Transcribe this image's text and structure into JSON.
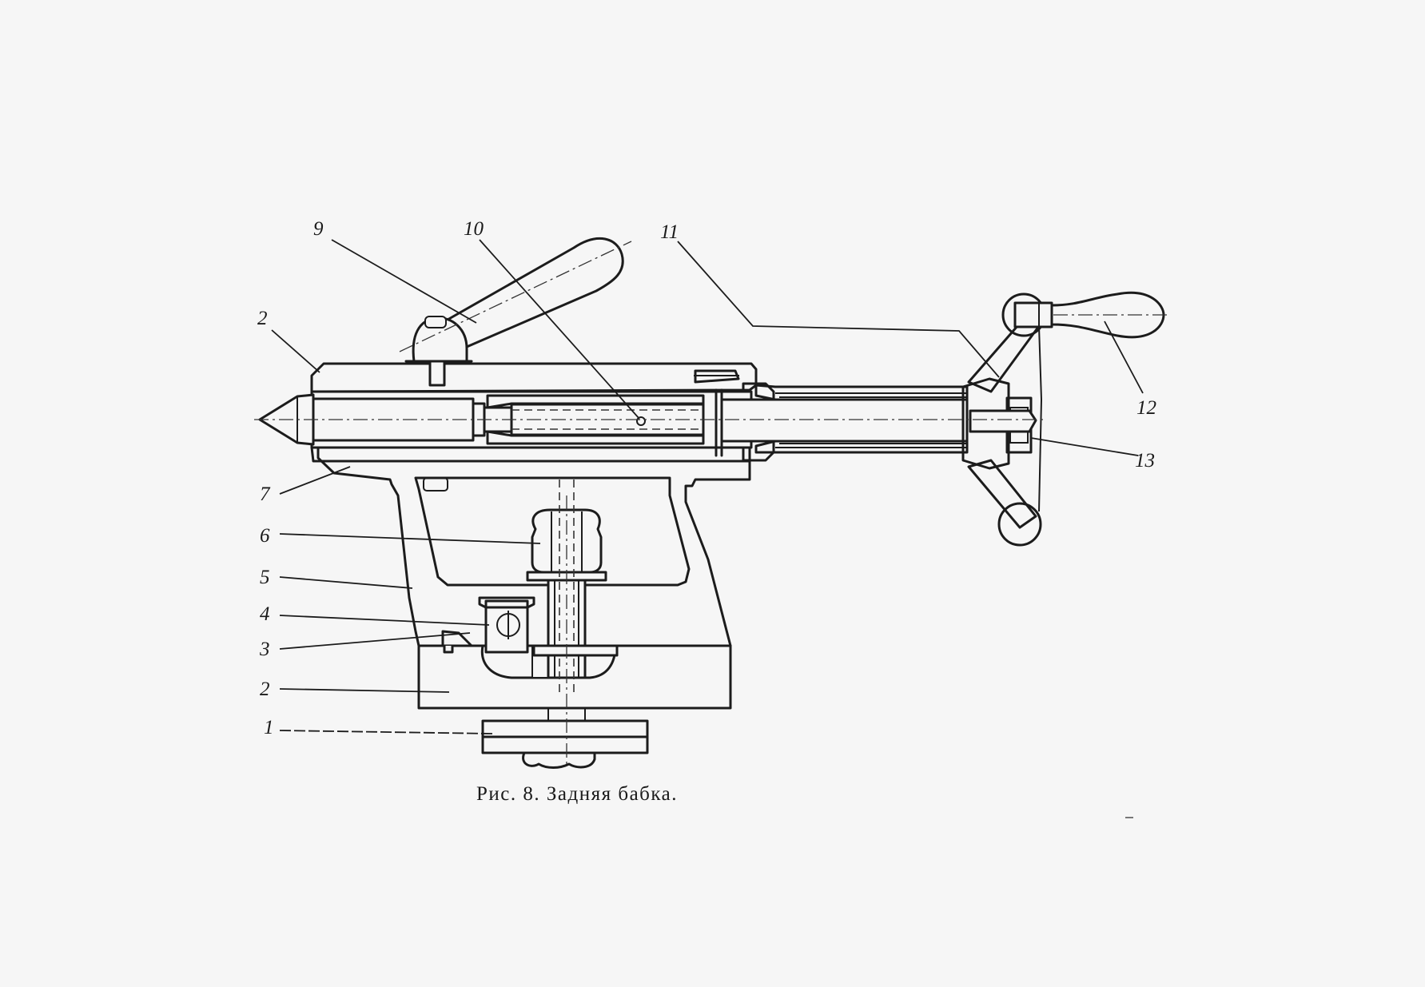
{
  "caption": "Рис. 8. Задняя бабка.",
  "callouts": {
    "c1": "1",
    "c2_top": "2",
    "c2_bottom": "2",
    "c3": "3",
    "c4": "4",
    "c5": "5",
    "c6": "6",
    "c7": "7",
    "c9": "9",
    "c10": "10",
    "c11": "11",
    "c12": "12",
    "c13": "13"
  },
  "colors": {
    "ink": "#1c1c1c",
    "paper": "#f6f6f6"
  }
}
